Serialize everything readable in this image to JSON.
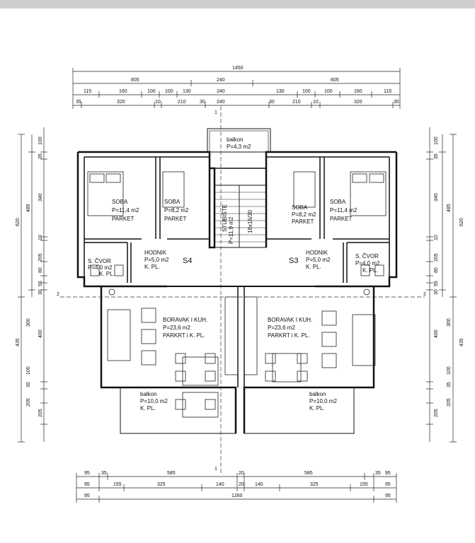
{
  "dims_top": {
    "total": "1450",
    "row2": [
      "605",
      "240",
      "605"
    ],
    "row3": [
      "115",
      "160",
      "100",
      "100",
      "130",
      "240",
      "130",
      "100",
      "100",
      "160",
      "115"
    ],
    "row4": [
      "35",
      "320",
      "10",
      "210",
      "10",
      "30",
      "240",
      "30",
      "210",
      "10",
      "320",
      "35"
    ]
  },
  "dims_bottom": {
    "row1": [
      "95",
      "35",
      "585",
      "20",
      "585",
      "35",
      "95"
    ],
    "row2": [
      "95",
      "155",
      "325",
      "140",
      "20",
      "140",
      "325",
      "155",
      "95"
    ],
    "row3": [
      "95",
      "1260",
      "95"
    ]
  },
  "dims_left": {
    "outer": [
      "620",
      "435"
    ],
    "mid": [
      "485",
      "100"
    ],
    "inner": [
      "100",
      "35",
      "340",
      "10",
      "205",
      "80",
      "55",
      "30",
      "300",
      "400",
      "100",
      "35",
      "205",
      "205"
    ]
  },
  "dims_right": {
    "outer": [
      "620",
      "435"
    ],
    "mid": [
      "485",
      "100"
    ],
    "inner": [
      "100",
      "35",
      "340",
      "10",
      "205",
      "80",
      "55",
      "30",
      "300",
      "400",
      "100",
      "35",
      "205",
      "205"
    ]
  },
  "section_marks": {
    "s1": "1",
    "s2": "2"
  },
  "unit_labels": {
    "left": "S4",
    "right": "S3"
  },
  "stairs": {
    "label": "STUBIŠTE",
    "area": "P=11,9 m2",
    "steps": "18x16/30"
  },
  "balcony_top": {
    "name": "balkon",
    "area": "P=4,3 m2"
  },
  "rooms_left": [
    {
      "name": "SOBA",
      "area": "P=11,4 m2",
      "floor": "PARKET"
    },
    {
      "name": "SOBA",
      "area": "P=8,2 m2",
      "floor": "PARKET"
    },
    {
      "name": "HODNIK",
      "area": "P=5,0 m2",
      "floor": "K. PL."
    },
    {
      "name": "S. ČVOR",
      "area": "P=4,0 m2",
      "floor": "K. PL."
    },
    {
      "name": "BORAVAK I KUH.",
      "area": "P=23,6 m2",
      "floor": "PARKRT i K. PL."
    },
    {
      "name": "balkon",
      "area": "P=10,0 m2",
      "floor": "K. PL."
    }
  ],
  "rooms_right": [
    {
      "name": "SOBA",
      "area": "P=8,2 m2",
      "floor": "PARKET"
    },
    {
      "name": "SOBA",
      "area": "P=11,4 m2",
      "floor": "PARKET"
    },
    {
      "name": "HODNIK",
      "area": "P=5,0 m2",
      "floor": "K. PL."
    },
    {
      "name": "S. ČVOR",
      "area": "P=4,0 m2",
      "floor": "K. PL."
    },
    {
      "name": "BORAVAK I KUH.",
      "area": "P=23,6 m2",
      "floor": "PARKRT i K. PL."
    },
    {
      "name": "balkon",
      "area": "P=10,0 m2",
      "floor": "K. PL."
    }
  ]
}
